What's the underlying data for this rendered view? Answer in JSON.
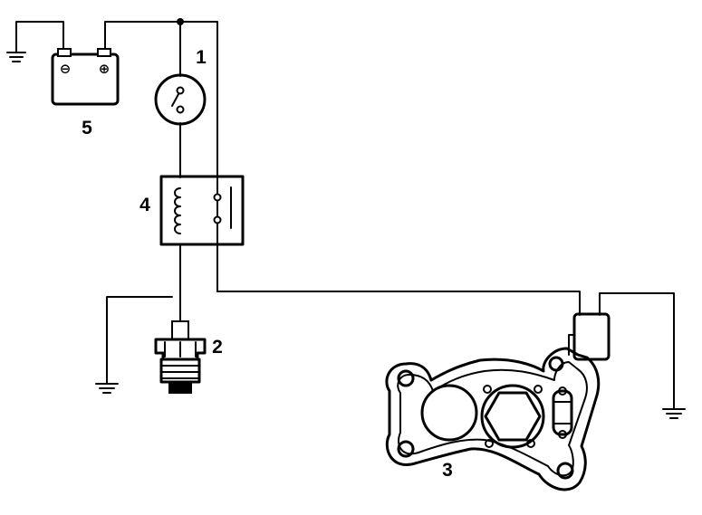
{
  "components": [
    {
      "id": "switch",
      "number": "1"
    },
    {
      "id": "sensor",
      "number": "2"
    },
    {
      "id": "carburetor-flange",
      "number": "3"
    },
    {
      "id": "relay",
      "number": "4"
    },
    {
      "id": "battery",
      "number": "5"
    }
  ],
  "battery": {
    "negative_symbol": "⊖",
    "positive_symbol": "⊕"
  }
}
